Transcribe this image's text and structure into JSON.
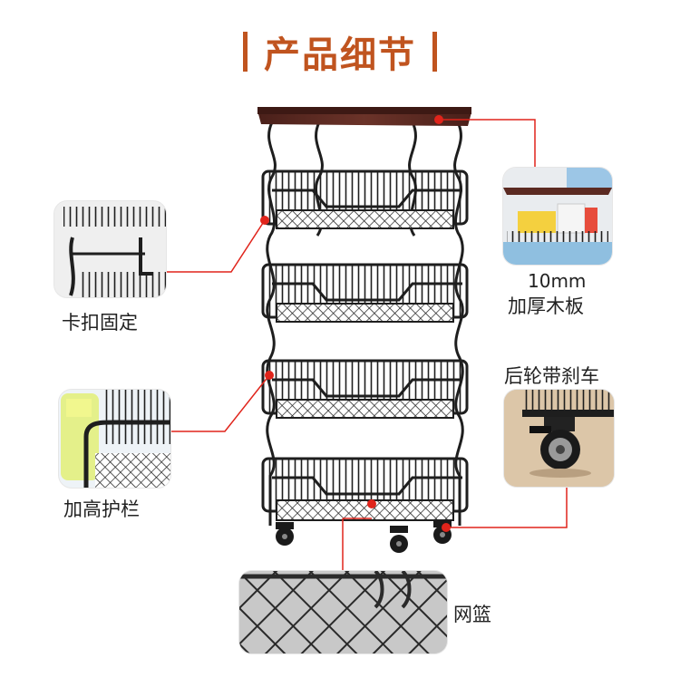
{
  "title": "产品细节",
  "callouts": {
    "clip": "卡扣固定",
    "board_size": "10mm",
    "board": "加厚木板",
    "rail": "加高护栏",
    "wheel": "后轮带刹车",
    "basket": "网篮"
  },
  "colors": {
    "accent": "#c0541f",
    "pointer": "#e0241b",
    "frame": "#1e1e1e",
    "wood": "#5b2a22"
  }
}
